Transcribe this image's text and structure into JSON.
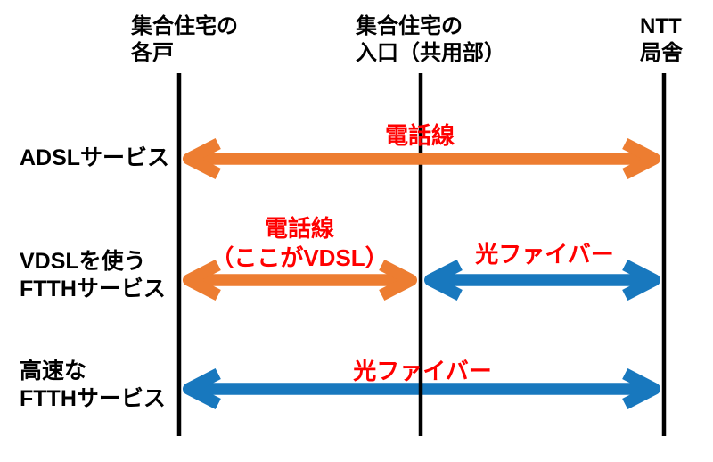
{
  "diagram": {
    "background": "#FFFFFF",
    "colors": {
      "line": "#000000",
      "text": "#000000",
      "label_red": "#FF0000",
      "orange": "#ED7D31",
      "blue": "#1878BE"
    },
    "columns": [
      {
        "id": "units",
        "label": "集合住宅の\n各戸"
      },
      {
        "id": "entrance",
        "label": "集合住宅の\n入口（共用部）"
      },
      {
        "id": "ntt",
        "label": "NTT\n局舎"
      }
    ],
    "rows": [
      {
        "id": "adsl",
        "label": "ADSLサービス"
      },
      {
        "id": "vdsl",
        "label": "VDSLを使う\nFTTHサービス"
      },
      {
        "id": "fast",
        "label": "高速な\nFTTHサービス"
      }
    ],
    "arrows": [
      {
        "row": "adsl",
        "from": "units",
        "to": "ntt",
        "color": "orange",
        "label": "電話線",
        "under_lines": false
      },
      {
        "row": "vdsl",
        "from": "units",
        "to": "entrance",
        "color": "orange",
        "label": "電話線\n（ここがVDSL）",
        "under_lines": false
      },
      {
        "row": "vdsl",
        "from": "entrance",
        "to": "ntt",
        "color": "blue",
        "label": "光ファイバー",
        "under_lines": false
      },
      {
        "row": "fast",
        "from": "units",
        "to": "ntt",
        "color": "blue",
        "label": "光ファイバー",
        "under_lines": true
      }
    ]
  }
}
